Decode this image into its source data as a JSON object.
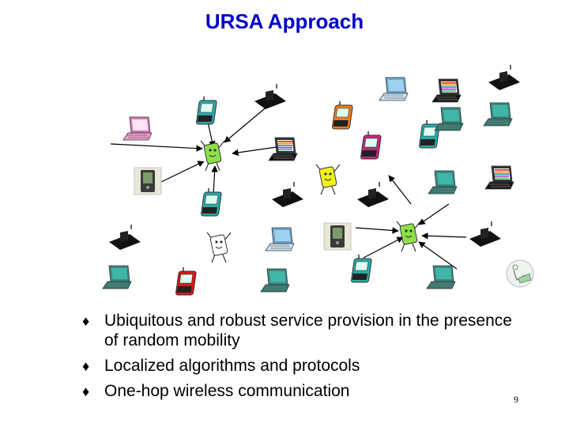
{
  "slide": {
    "title": "URSA Approach",
    "page_number": "9"
  },
  "bullets": [
    {
      "icon": "diamond-bullet",
      "text": "Ubiquitous and robust service provision in the presence of random mobility"
    },
    {
      "icon": "diamond-bullet",
      "text": "Localized algorithms and protocols"
    },
    {
      "icon": "diamond-bullet",
      "text": "One-hop wireless communication"
    }
  ],
  "diagram": {
    "hubs": [
      "dancing-user-icon",
      "dancing-user-icon"
    ],
    "device_kinds": [
      "pda-icon",
      "laptop-icon",
      "palm-handheld-icon",
      "dancing-user-icon",
      "person-with-laptop-icon"
    ],
    "colors": {
      "title": "#0000cc",
      "pda_teal": "#2aa7a7",
      "pda_orange": "#f07a1a",
      "pda_magenta": "#c0287a",
      "pda_red": "#d81818",
      "hub_green": "#8ee04a",
      "user_yellow": "#f2f21a",
      "laptop_black": "#111111",
      "laptop_teal": "#3fb6a8",
      "laptop_pink": "#f29ad0",
      "laptop_blue": "#9fd0ef"
    }
  }
}
